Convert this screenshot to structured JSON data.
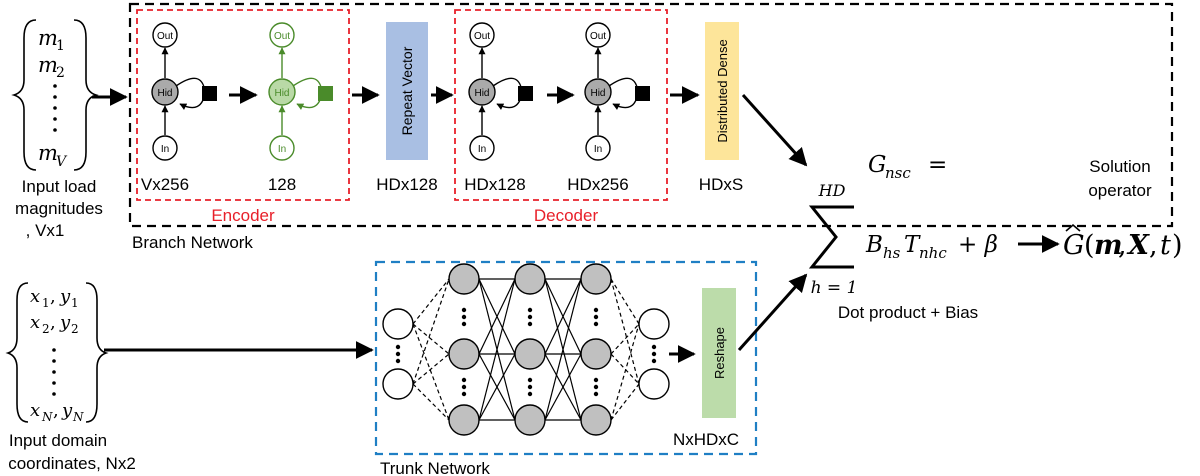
{
  "inputs": {
    "load": {
      "m1": "m",
      "m1_sub": "1",
      "m2": "m",
      "m2_sub": "2",
      "mv": "m",
      "mv_sub": "V",
      "label_line1": "Input load",
      "label_line2": "magnitudes",
      "label_line3": ", Vx1"
    },
    "domain": {
      "x1": "x",
      "x1_sub": "1",
      "y1": "y",
      "y1_sub": "1",
      "x2": "x",
      "x2_sub": "2",
      "y2": "y",
      "y2_sub": "2",
      "xn": "x",
      "xn_sub": "N",
      "yn": "y",
      "yn_sub": "N",
      "sep": ",",
      "label_line1": "Input domain",
      "label_line2": "coordinates, Nx2"
    }
  },
  "branch": {
    "title": "Branch Network",
    "encoder_label": "Encoder",
    "decoder_label": "Decoder",
    "cell_out": "Out",
    "cell_hid": "Hid",
    "cell_in": "In",
    "dims": [
      "Vx256",
      "128",
      "HDx128",
      "HDx128",
      "HDx256",
      "HDxS"
    ],
    "repeat_vector": "Repeat Vector",
    "distributed_dense": "Distributed Dense"
  },
  "trunk": {
    "title": "Trunk Network",
    "reshape": "Reshape",
    "dim": "NxHDxC"
  },
  "operator": {
    "lhs_G": "G",
    "lhs_sub": "nsc",
    "eq": "=",
    "sum_top": "HD",
    "sum_bottom": "h = 1",
    "B": "B",
    "B_sub": "hs",
    "T": "T",
    "T_sub": "nhc",
    "plus_beta": "+ β",
    "dot_label": "Dot product + Bias",
    "title_line1": "Solution",
    "title_line2": "operator",
    "G_hat": "G",
    "G_args_open": "(",
    "G_m": "m",
    "G_X": "X",
    "G_t": "t",
    "G_args_close": ")",
    "comma": ","
  },
  "colors": {
    "encoder_border": "#e8202a",
    "trunk_border": "#1f7fc4",
    "repeat_vector_fill": "#a9bfe3",
    "distributed_dense_fill": "#fde59a",
    "reshape_fill": "#bcdcaa",
    "green_cell": "#4a8b2a",
    "node_fill": "#c0c0c0"
  }
}
